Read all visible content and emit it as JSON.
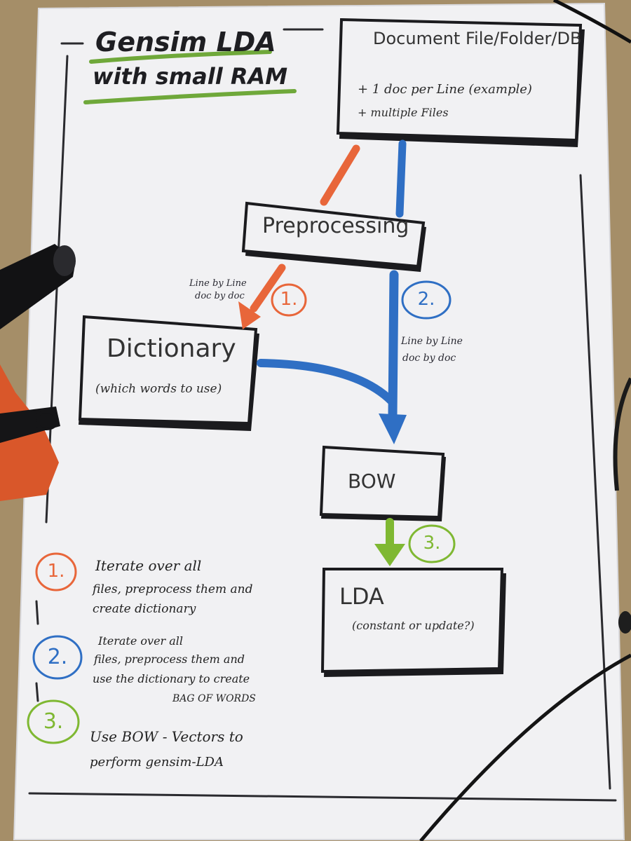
{
  "title": {
    "line1": "Gensim LDA",
    "line2": "with small RAM"
  },
  "nodes": {
    "document": {
      "title": "Document File/Folder/DB",
      "bullet1": "+ 1 doc per Line (example)",
      "bullet2": "+ multiple Files"
    },
    "preprocessing": {
      "title": "Preprocessing"
    },
    "dictionary": {
      "title": "Dictionary",
      "subtitle": "(which words to use)"
    },
    "bow": {
      "title": "BOW"
    },
    "lda": {
      "title": "LDA",
      "subtitle": "(constant or update?)"
    }
  },
  "edge_labels": {
    "orange_line1": "Line by Line",
    "orange_line2": "doc by doc",
    "blue_line1": "Line by Line",
    "blue_line2": "doc by doc"
  },
  "steps": [
    {
      "number": "1.",
      "color": "#e8663a"
    },
    {
      "number": "2.",
      "color": "#2f6fc4"
    },
    {
      "number": "3.",
      "color": "#7fb832"
    }
  ],
  "legend": [
    {
      "number": "1.",
      "color": "#e8663a",
      "line1": "Iterate over all",
      "line2": "files, preprocess them and",
      "line3": "create dictionary",
      "line4": ""
    },
    {
      "number": "2.",
      "color": "#2f6fc4",
      "line1": "Iterate over all",
      "line2": "files, preprocess them and",
      "line3": "use the dictionary to create",
      "line4": "BAG OF WORDS"
    },
    {
      "number": "3.",
      "color": "#7fb832",
      "line1": "Use BOW - Vectors to",
      "line2": "perform gensim-LDA",
      "line3": "",
      "line4": ""
    }
  ],
  "colors": {
    "paper": "#f2f2f4",
    "ink": "#1c1c20",
    "orange": "#e8663a",
    "blue": "#2f6fc4",
    "green": "#7fb832",
    "underline_green": "#6fa83a"
  }
}
